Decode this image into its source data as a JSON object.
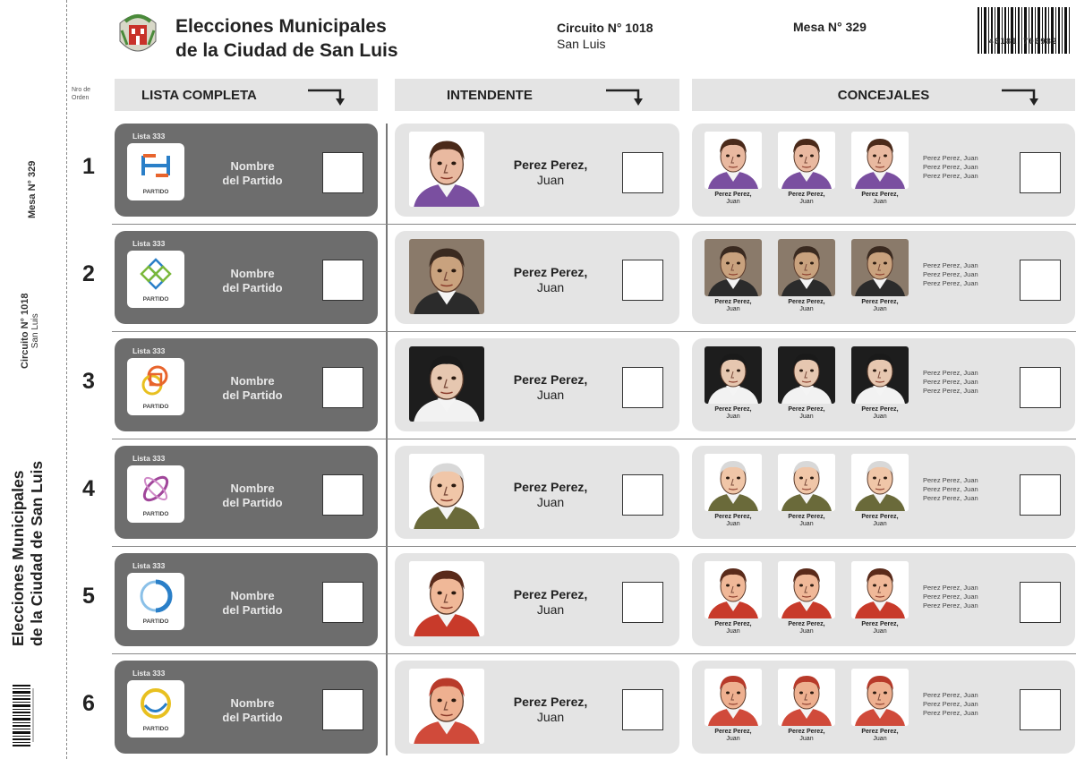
{
  "header": {
    "title_line1": "Elecciones Municipales",
    "title_line2": "de la Ciudad de San Luis",
    "circuito": "Circuito N° 1018",
    "circuito_city": "San Luis",
    "mesa": "Mesa N° 329",
    "barcode_number": "40181 700982"
  },
  "stub": {
    "mesa": "Mesa N° 329",
    "circuito": "Circuito N° 1018",
    "circuito_city": "San Luis",
    "title_line1": "Elecciones Municipales",
    "title_line2": "de la Ciudad de San Luis"
  },
  "columns": {
    "nro_line1": "Nro de",
    "nro_line2": "Orden",
    "lista": "LISTA COMPLETA",
    "intendente": "INTENDENTE",
    "concejales": "CONCEJALES"
  },
  "rows": [
    {
      "num": "1",
      "lista": "Lista 333",
      "partido": "PARTIDO",
      "party_line1": "Nombre",
      "party_line2": "del Partido",
      "cand_last": "Perez Perez,",
      "cand_first": "Juan",
      "conc_last": "Perez Perez,",
      "conc_first": "Juan",
      "conc_list": [
        "Perez Perez, Juan",
        "Perez Perez, Juan",
        "Perez Perez, Juan"
      ],
      "skin": "#e9b9a0",
      "hair": "#4a2a1a",
      "cloth": "#7a4fa0",
      "bg": "#ffffff"
    },
    {
      "num": "2",
      "lista": "Lista 333",
      "partido": "PARTIDO",
      "party_line1": "Nombre",
      "party_line2": "del Partido",
      "cand_last": "Perez Perez,",
      "cand_first": "Juan",
      "conc_last": "Perez Perez,",
      "conc_first": "Juan",
      "conc_list": [
        "Perez Perez, Juan",
        "Perez Perez, Juan",
        "Perez Perez, Juan"
      ],
      "skin": "#c9a27e",
      "hair": "#3a2a20",
      "cloth": "#2b2b2b",
      "bg": "#8a7a6a"
    },
    {
      "num": "3",
      "lista": "Lista 333",
      "partido": "PARTIDO",
      "party_line1": "Nombre",
      "party_line2": "del Partido",
      "cand_last": "Perez Perez,",
      "cand_first": "Juan",
      "conc_last": "Perez Perez,",
      "conc_first": "Juan",
      "conc_list": [
        "Perez Perez, Juan",
        "Perez Perez, Juan",
        "Perez Perez, Juan"
      ],
      "skin": "#e6c7b0",
      "hair": "#1a1a1a",
      "cloth": "#f2f2f2",
      "bg": "#1d1d1d"
    },
    {
      "num": "4",
      "lista": "Lista 333",
      "partido": "PARTIDO",
      "party_line1": "Nombre",
      "party_line2": "del Partido",
      "cand_last": "Perez Perez,",
      "cand_first": "Juan",
      "conc_last": "Perez Perez,",
      "conc_first": "Juan",
      "conc_list": [
        "Perez Perez, Juan",
        "Perez Perez, Juan",
        "Perez Perez, Juan"
      ],
      "skin": "#f0c6a8",
      "hair": "#d8d8d8",
      "cloth": "#6a6a3a",
      "bg": "#ffffff"
    },
    {
      "num": "5",
      "lista": "Lista 333",
      "partido": "PARTIDO",
      "party_line1": "Nombre",
      "party_line2": "del Partido",
      "cand_last": "Perez Perez,",
      "cand_first": "Juan",
      "conc_last": "Perez Perez,",
      "conc_first": "Juan",
      "conc_list": [
        "Perez Perez, Juan",
        "Perez Perez, Juan",
        "Perez Perez, Juan"
      ],
      "skin": "#f0b898",
      "hair": "#5a2a1a",
      "cloth": "#c83a2a",
      "bg": "#ffffff"
    },
    {
      "num": "6",
      "lista": "Lista 333",
      "partido": "PARTIDO",
      "party_line1": "Nombre",
      "party_line2": "del Partido",
      "cand_last": "Perez Perez,",
      "cand_first": "Juan",
      "conc_last": "Perez Perez,",
      "conc_first": "Juan",
      "conc_list": [
        "Perez Perez, Juan",
        "Perez Perez, Juan",
        "Perez Perez, Juan"
      ],
      "skin": "#eeb090",
      "hair": "#b83a2a",
      "cloth": "#d04a3a",
      "bg": "#ffffff"
    }
  ],
  "party_logos": [
    "h-mark-icon",
    "flower-mark-icon",
    "interlock-mark-icon",
    "ellipse-mark-icon",
    "ring-mark-icon",
    "swirl-mark-icon"
  ],
  "colors": {
    "lista_bg": "#6d6d6d",
    "panel_bg": "#e4e4e4",
    "logo_orange": "#e8642c",
    "logo_blue": "#2a7fc8",
    "logo_green": "#7ab83a",
    "logo_purple": "#a0469a",
    "logo_yellow": "#e8c020"
  }
}
